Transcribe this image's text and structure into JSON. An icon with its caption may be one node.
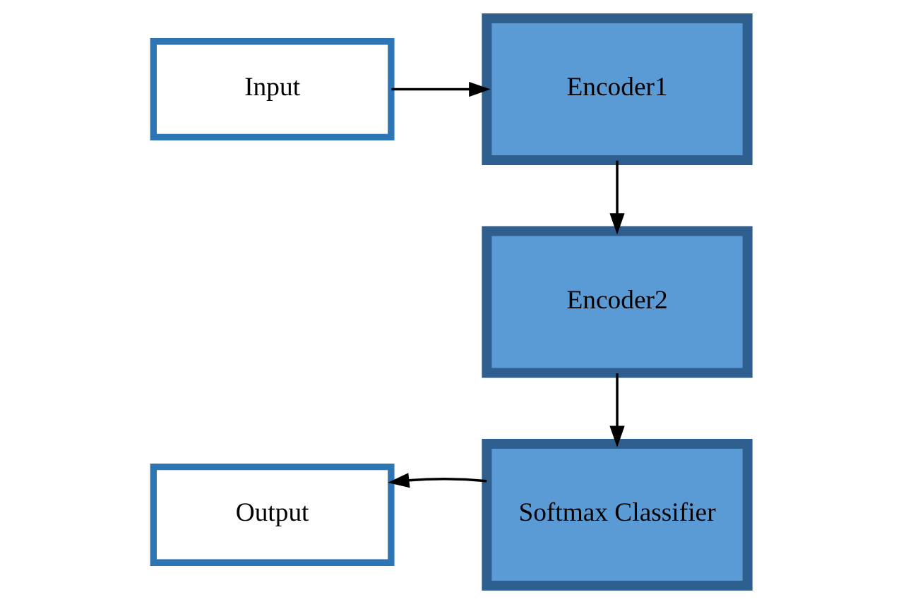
{
  "diagram": {
    "nodes": [
      {
        "text": [
          "Input"
        ]
      },
      {
        "text": [
          "Encoder1"
        ]
      },
      {
        "text": [
          "Encoder2"
        ]
      },
      {
        "text": [
          "Softmax Classifier"
        ]
      },
      {
        "text": [
          "Output"
        ]
      }
    ],
    "edges": [
      {
        "from": 0,
        "to": 1,
        "arrow": "to"
      },
      {
        "from": 1,
        "to": 2,
        "arrow": "to"
      },
      {
        "from": 2,
        "to": 3,
        "arrow": "to"
      },
      {
        "from": 3,
        "to": 4,
        "arrow": "to"
      }
    ]
  }
}
